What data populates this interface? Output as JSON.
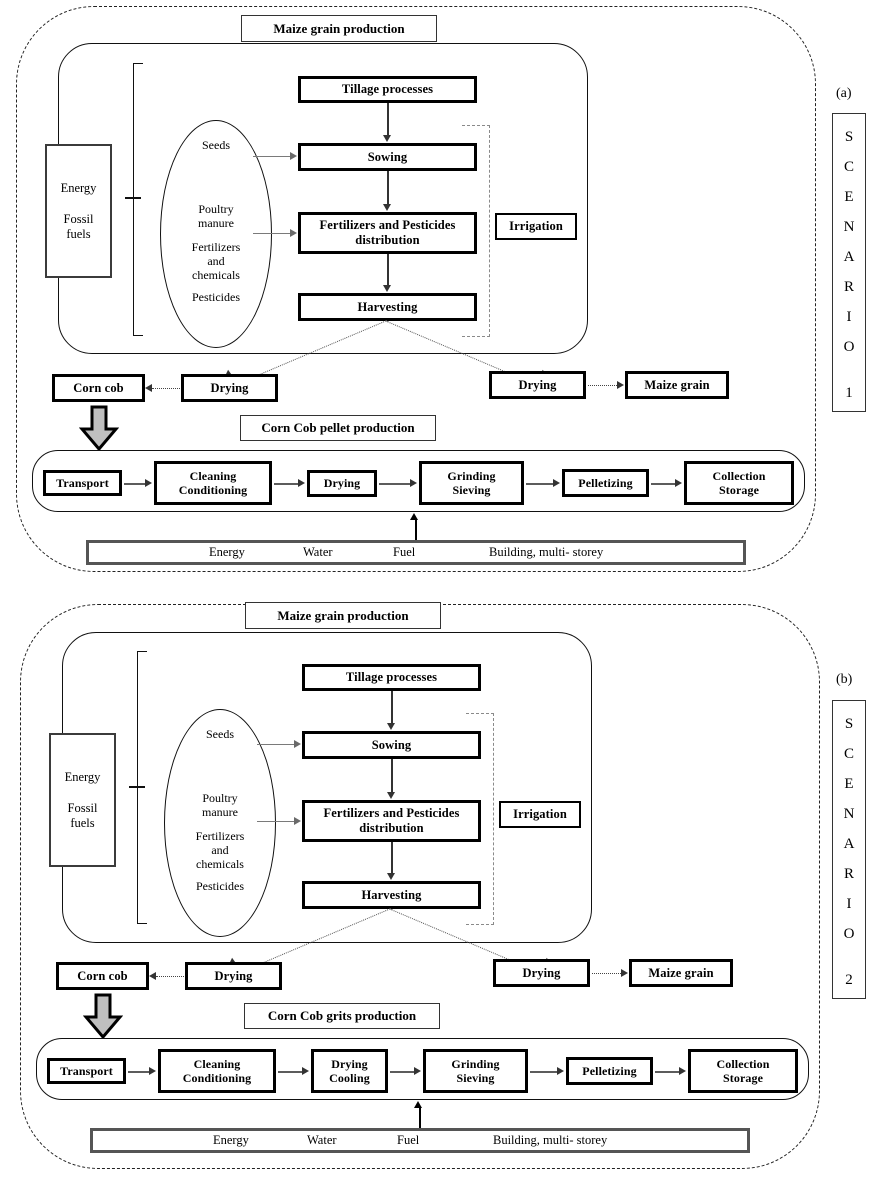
{
  "panels": [
    {
      "tag": "(a)",
      "scenario_letters": [
        "S",
        "C",
        "E",
        "N",
        "A",
        "R",
        "I",
        "O"
      ],
      "scenario_number": "1",
      "title": "Maize grain production",
      "sub_title": "Corn Cob pellet production",
      "energy_box": {
        "line1": "Energy",
        "line2": "Fossil\nfuels"
      },
      "inputs_ellipse": [
        "Seeds",
        "Poultry\nmanure",
        "Fertilizers\nand\nchemicals",
        "Pesticides"
      ],
      "field_steps": [
        "Tillage processes",
        "Sowing",
        "Fertilizers and  Pesticides\ndistribution",
        "Harvesting"
      ],
      "irrigation": "Irrigation",
      "drying_left": "Drying",
      "corn_cob": "Corn  cob",
      "drying_right": "Drying",
      "maize_grain": "Maize  grain",
      "process_steps": [
        "Transport",
        "Cleaning\nConditioning",
        "Drying",
        "Grinding\nSieving",
        "Pelletizing",
        "Collection\nStorage"
      ],
      "utilities": [
        "Energy",
        "Water",
        "Fuel",
        "Building, multi- storey"
      ]
    },
    {
      "tag": "(b)",
      "scenario_letters": [
        "S",
        "C",
        "E",
        "N",
        "A",
        "R",
        "I",
        "O"
      ],
      "scenario_number": "2",
      "title": "Maize grain production",
      "sub_title": "Corn Cob grits production",
      "energy_box": {
        "line1": "Energy",
        "line2": "Fossil\nfuels"
      },
      "inputs_ellipse": [
        "Seeds",
        "Poultry\nmanure",
        "Fertilizers\nand\nchemicals",
        "Pesticides"
      ],
      "field_steps": [
        "Tillage processes",
        "Sowing",
        "Fertilizers and  Pesticides\ndistribution",
        "Harvesting"
      ],
      "irrigation": "Irrigation",
      "drying_left": "Drying",
      "corn_cob": "Corn  cob",
      "drying_right": "Drying",
      "maize_grain": "Maize  grain",
      "process_steps": [
        "Transport",
        "Cleaning\nConditioning",
        "Drying\nCooling",
        "Grinding\nSieving",
        "Pelletizing",
        "Collection\nStorage"
      ],
      "utilities": [
        "Energy",
        "Water",
        "Fuel",
        "Building, multi- storey"
      ]
    }
  ],
  "colors": {
    "line": "#111111",
    "box_border": "#000000",
    "block_arrow_fill": "#bfbfbf",
    "dashdot": "#8a8a8a"
  }
}
